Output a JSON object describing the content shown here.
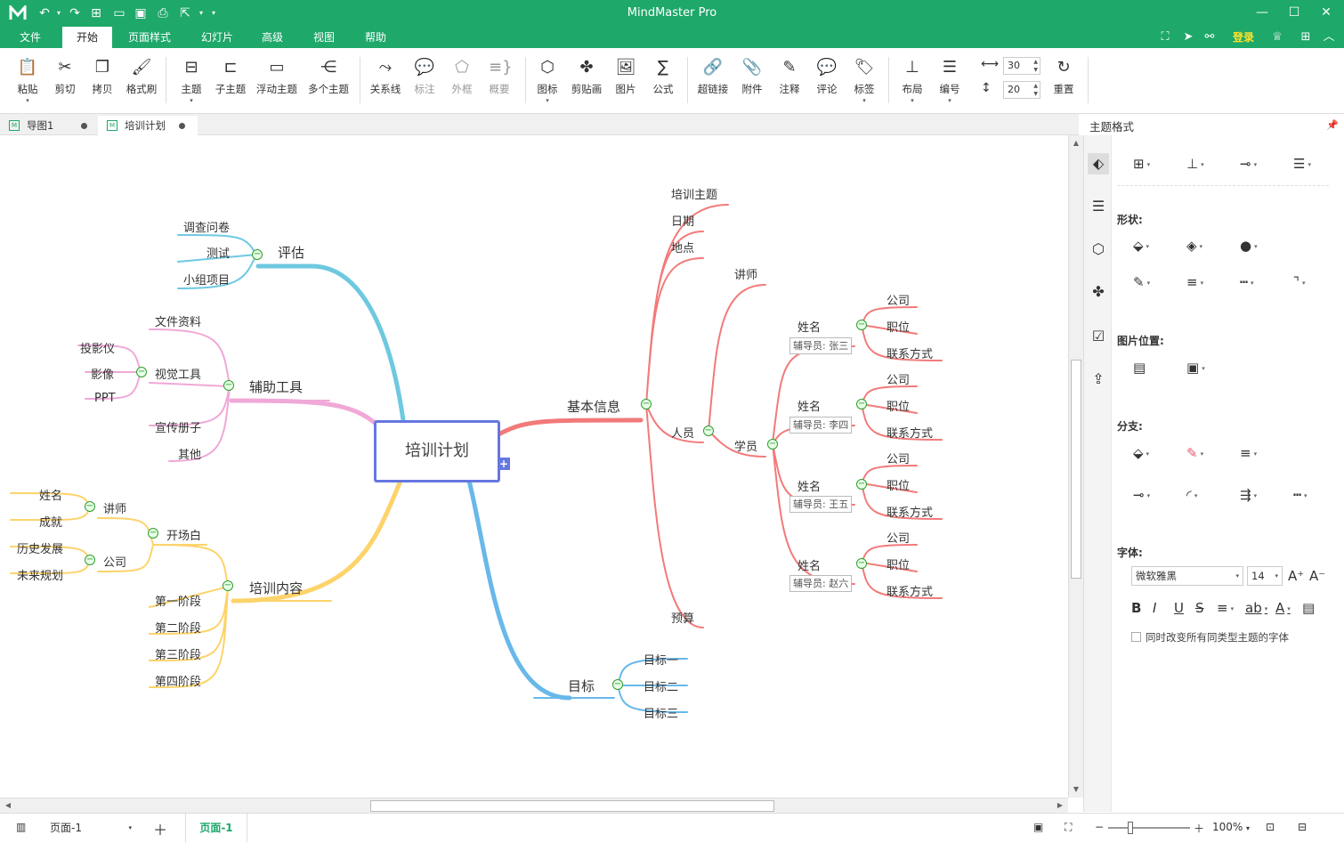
{
  "app": {
    "title": "MindMaster Pro",
    "accent": "#1ea86a"
  },
  "menu": {
    "tabs": [
      "文件",
      "开始",
      "页面样式",
      "幻灯片",
      "高级",
      "视图",
      "帮助"
    ],
    "active": "开始",
    "login": "登录"
  },
  "ribbon": {
    "paste": "粘贴",
    "cut": "剪切",
    "copy": "拷贝",
    "format_painter": "格式刷",
    "topic": "主题",
    "subtopic": "子主题",
    "floating_topic": "浮动主题",
    "multiple_topics": "多个主题",
    "relationship": "关系线",
    "callout": "标注",
    "boundary": "外框",
    "summary": "概要",
    "icon": "图标",
    "clipart": "剪贴画",
    "picture": "图片",
    "formula": "公式",
    "hyperlink": "超链接",
    "attachment": "附件",
    "note": "注释",
    "comment": "评论",
    "tag": "标签",
    "layout": "布局",
    "numbering": "编号",
    "spacing_h": "30",
    "spacing_v": "20",
    "reset": "重置"
  },
  "doc_tabs": [
    {
      "label": "导图1"
    },
    {
      "label": "培训计划"
    }
  ],
  "mindmap": {
    "central": "培训计划",
    "evaluation": {
      "label": "评估",
      "children": [
        "调查问卷",
        "测试",
        "小组项目"
      ]
    },
    "aux_tools": {
      "label": "辅助工具",
      "file_materials": "文件资料",
      "visual_tools": {
        "label": "视觉工具",
        "children": [
          "投影仪",
          "影像",
          "PPT"
        ]
      },
      "brochure": "宣传册子",
      "other": "其他"
    },
    "content": {
      "label": "培训内容",
      "opening": {
        "label": "开场白",
        "lecturer": {
          "label": "讲师",
          "children": [
            "姓名",
            "成就"
          ]
        },
        "company": {
          "label": "公司",
          "children": [
            "历史发展",
            "未来规划"
          ]
        }
      },
      "stages": [
        "第一阶段",
        "第二阶段",
        "第三阶段",
        "第四阶段"
      ]
    },
    "goals": {
      "label": "目标",
      "children": [
        "目标一",
        "目标二",
        "目标三"
      ]
    },
    "basic_info": {
      "label": "基本信息",
      "theme": "培训主题",
      "date": "日期",
      "location": "地点",
      "people": "人员",
      "lecturer": "讲师",
      "trainees": "学员",
      "budget": "预算",
      "students": [
        {
          "name": "姓名",
          "tutor": "辅导员: 张三",
          "items": [
            "公司",
            "职位",
            "联系方式"
          ]
        },
        {
          "name": "姓名",
          "tutor": "辅导员: 李四",
          "items": [
            "公司",
            "职位",
            "联系方式"
          ]
        },
        {
          "name": "姓名",
          "tutor": "辅导员: 王五",
          "items": [
            "公司",
            "职位",
            "联系方式"
          ]
        },
        {
          "name": "姓名",
          "tutor": "辅导员: 赵六",
          "items": [
            "公司",
            "职位",
            "联系方式"
          ]
        }
      ]
    },
    "colors": {
      "evaluation": "#6ec9e0",
      "aux": "#f0a8d8",
      "content": "#fdd36a",
      "goals": "#68b8ea",
      "basic": "#f27a7a",
      "central_border": "#6677e0"
    }
  },
  "panel": {
    "title": "主题格式",
    "shape": "形状:",
    "image_position": "图片位置:",
    "branch": "分支:",
    "font": "字体:",
    "font_family": "微软雅黑",
    "font_size": "14",
    "checkbox_label": "同时改变所有同类型主题的字体"
  },
  "status": {
    "page_select": "页面-1",
    "page_tab": "页面-1",
    "zoom": "100%"
  }
}
